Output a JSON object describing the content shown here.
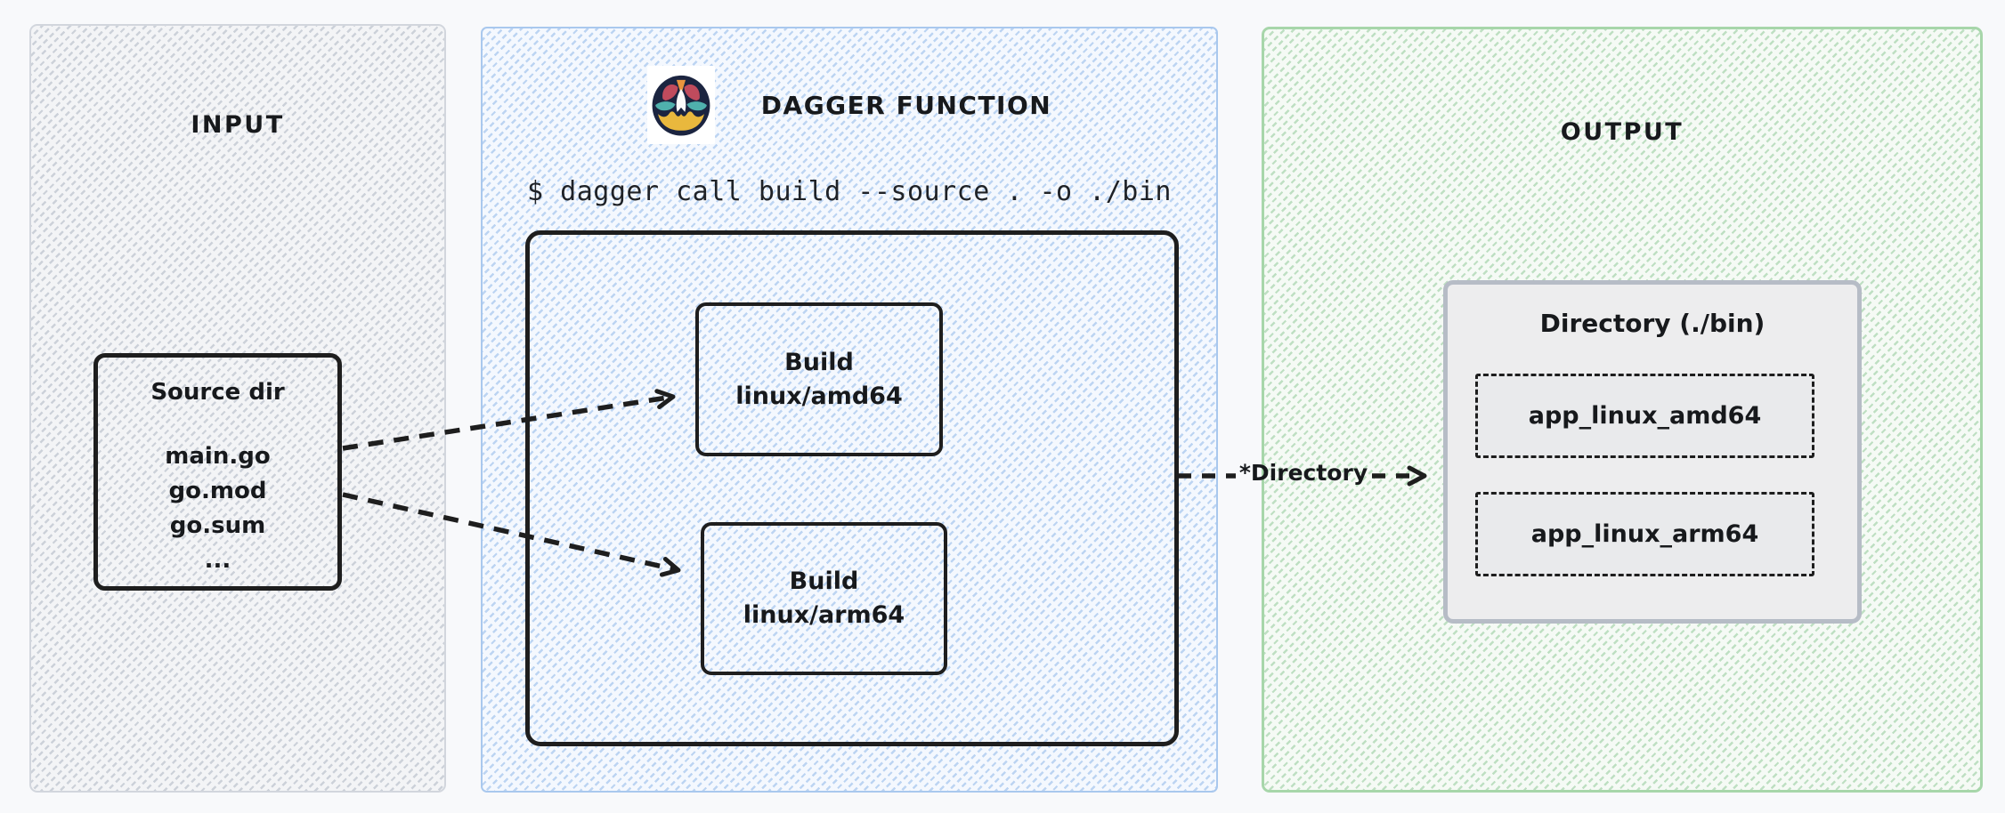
{
  "diagram": {
    "input_panel": {
      "title": "INPUT",
      "source_box": {
        "title": "Source dir",
        "files": [
          "main.go",
          "go.mod",
          "go.sum",
          "..."
        ]
      }
    },
    "function_panel": {
      "title": "DAGGER FUNCTION",
      "logo": "dagger-logo",
      "command": "$ dagger call build --source . -o ./bin",
      "build_steps": [
        {
          "line1": "Build",
          "line2": "linux/amd64"
        },
        {
          "line1": "Build",
          "line2": "linux/arm64"
        }
      ]
    },
    "output_panel": {
      "title": "OUTPUT",
      "directory_box": {
        "title": "Directory (./bin)",
        "files": [
          "app_linux_amd64",
          "app_linux_arm64"
        ]
      }
    },
    "connections": [
      {
        "from": "source-dir-box",
        "to": "build-box-amd64",
        "label": ""
      },
      {
        "from": "source-dir-box",
        "to": "build-box-arm64",
        "label": ""
      },
      {
        "from": "pipeline-box",
        "to": "directory-box",
        "label": "*Directory"
      }
    ],
    "colors": {
      "page_background": "#f8f9fb",
      "input_border": "#d2d6dd",
      "input_pattern": "#ccd1d9",
      "function_border": "#a9c8ee",
      "function_pattern": "#bcd4f2",
      "output_border": "#a7d6aa",
      "output_pattern": "#bedfc2",
      "sketch_stroke": "#1e1e1e",
      "directory_box_border": "#b6bcc6",
      "directory_box_fill": "#ededee",
      "logo_navy": "#1b2440",
      "logo_red": "#c04b5d",
      "logo_teal": "#4fb0ad",
      "logo_orange": "#e9953d",
      "logo_yellow": "#e9b83d"
    }
  }
}
